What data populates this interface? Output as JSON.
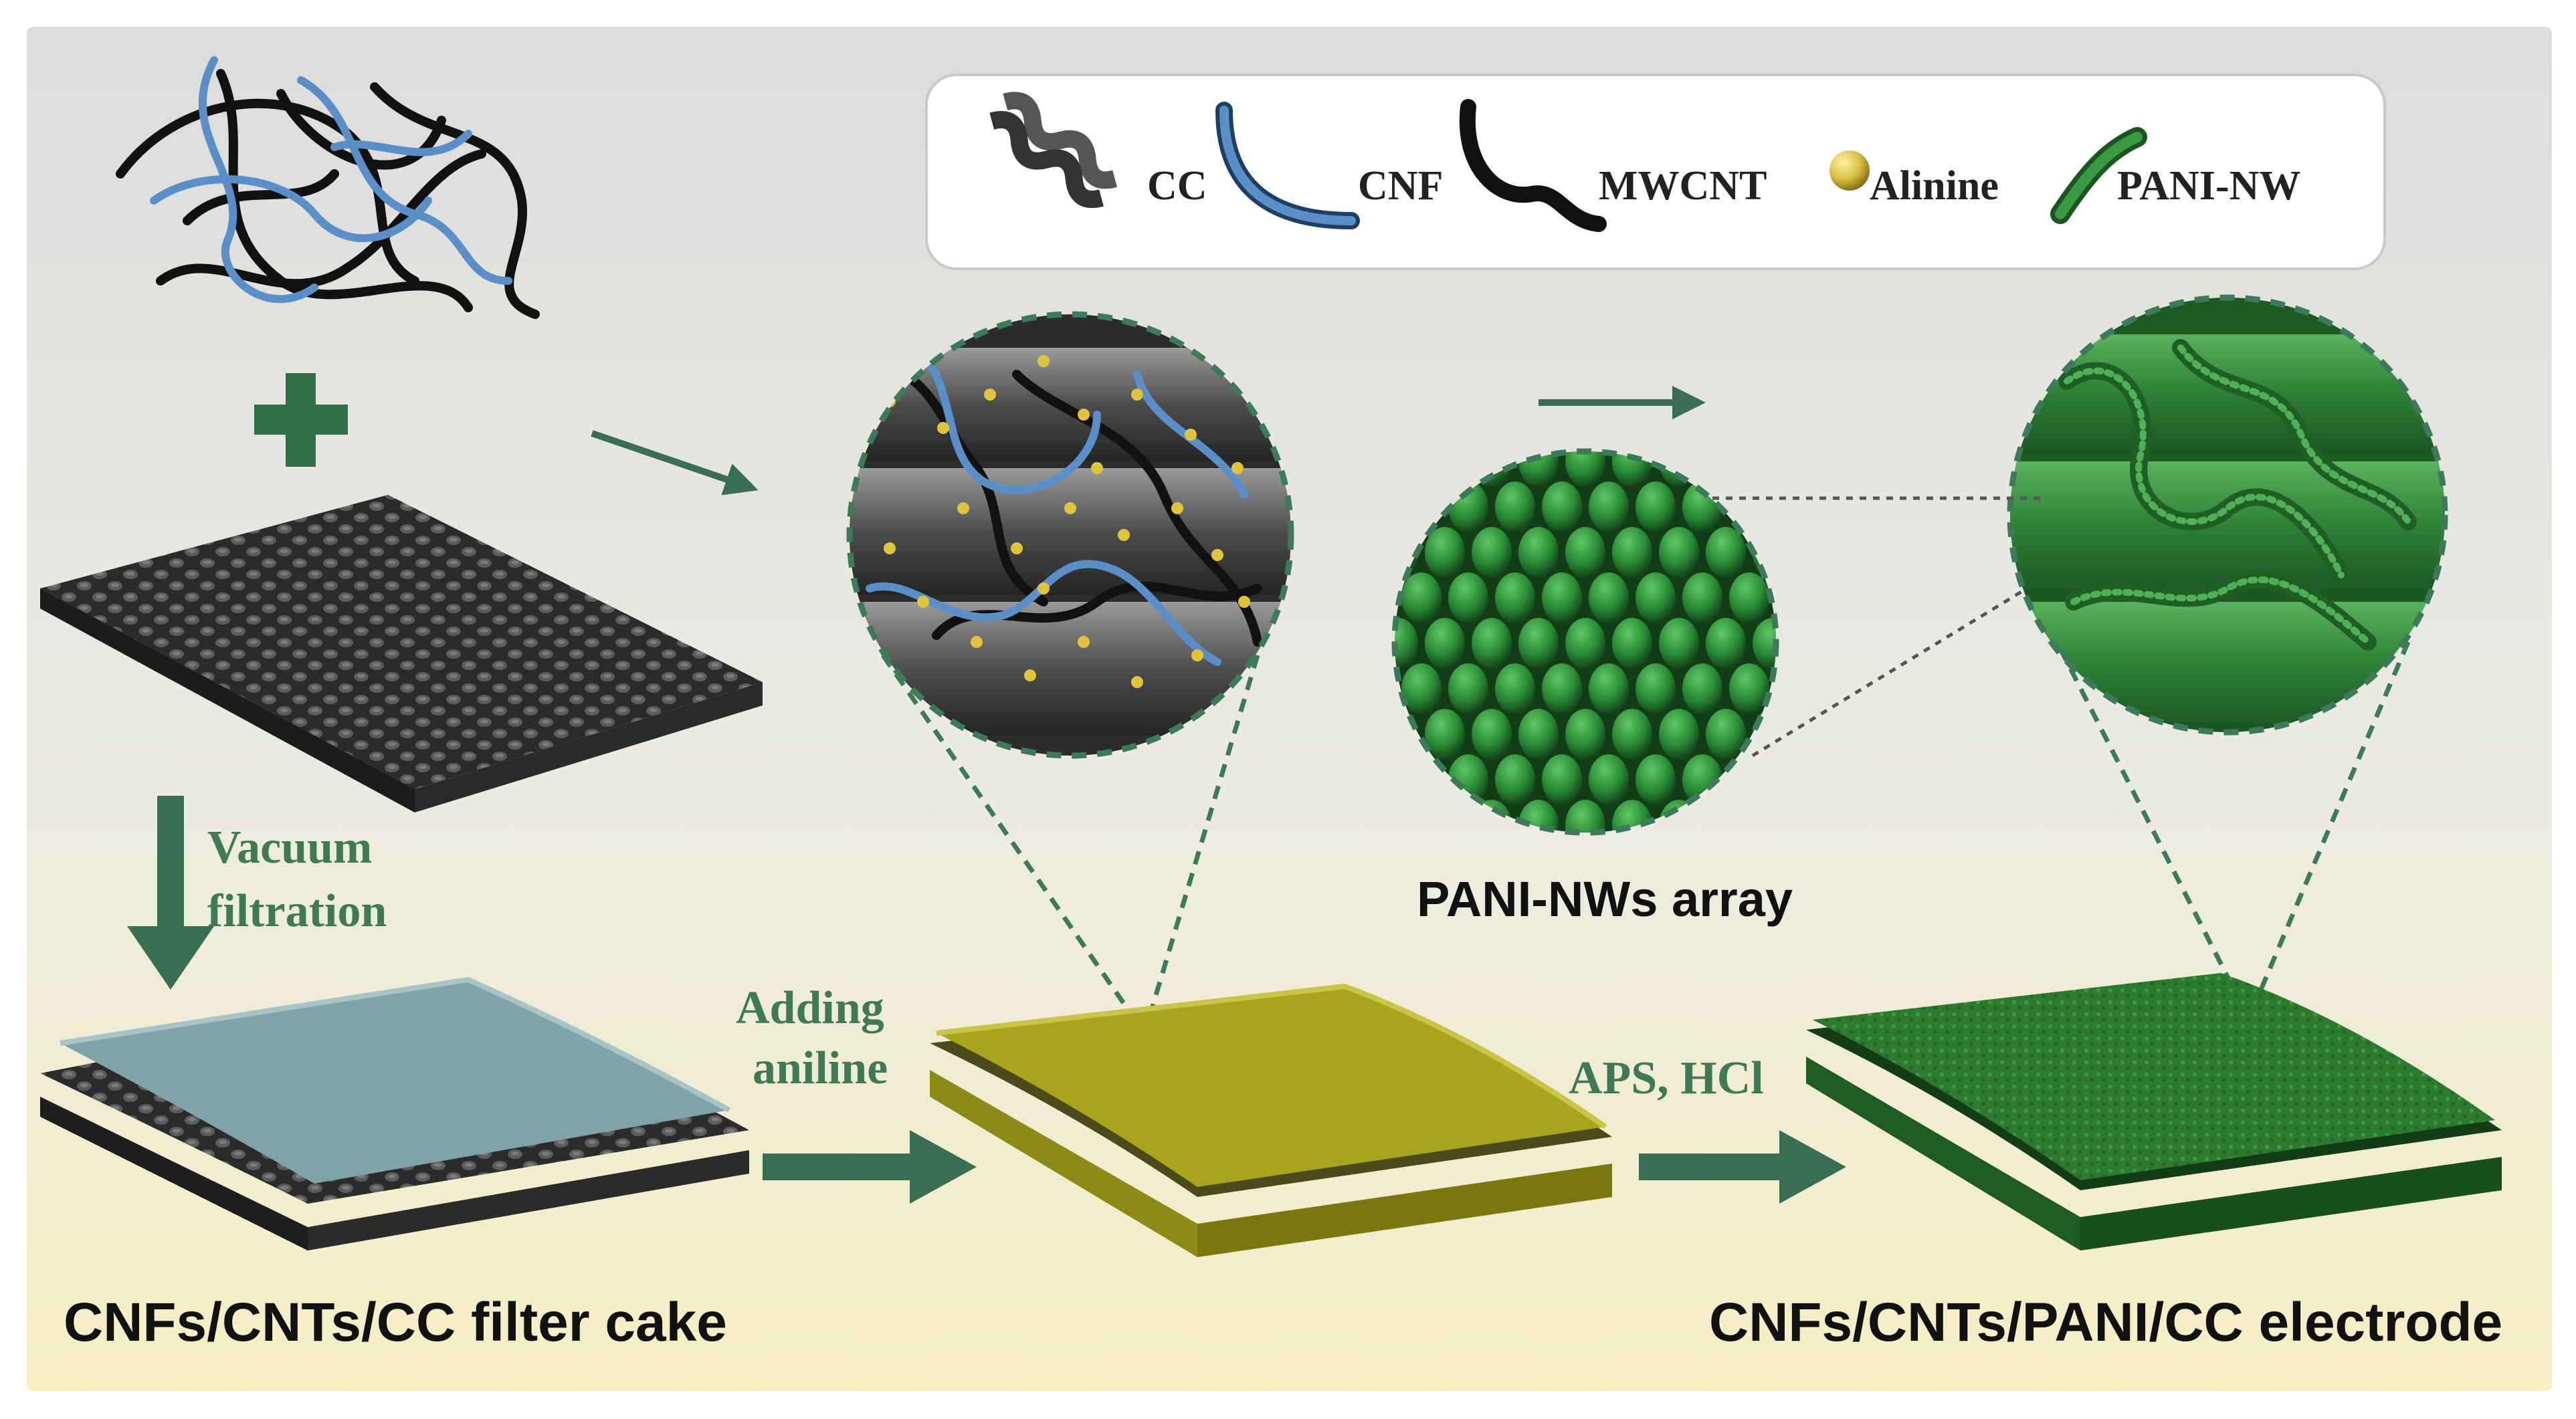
{
  "legend": {
    "items": [
      {
        "icon": "carbon-cloth-fiber-icon",
        "label": "CC",
        "color": "#4a4a4a"
      },
      {
        "icon": "cnf-fiber-icon",
        "label": "CNF",
        "color": "#5a8fc8"
      },
      {
        "icon": "mwcnt-fiber-icon",
        "label": "MWCNT",
        "color": "#1f1f1f"
      },
      {
        "icon": "aniline-dot-icon",
        "label": "Alinine",
        "color": "#c9b23a"
      },
      {
        "icon": "pani-nw-icon",
        "label": "PANI-NW",
        "color": "#2e8b3c"
      }
    ]
  },
  "steps": {
    "vacuum_filtration": [
      "Vacuum",
      "filtration"
    ],
    "adding_aniline": [
      "Adding",
      "aniline"
    ],
    "aps_hcl": "APS, HCl"
  },
  "labels": {
    "filter_cake": "CNFs/CNTs/CC filter cake",
    "electrode": "CNFs/CNTs/PANI/CC electrode",
    "array": "PANI-NWs array"
  },
  "colors": {
    "step_text": "#3f7a55",
    "arrow": "#3a6e52",
    "cake_top": "#7fa3a8",
    "aniline_sheet": "#a8a51c",
    "electrode_sheet": "#2f7a2f",
    "cloth": "#3a3a3a"
  }
}
